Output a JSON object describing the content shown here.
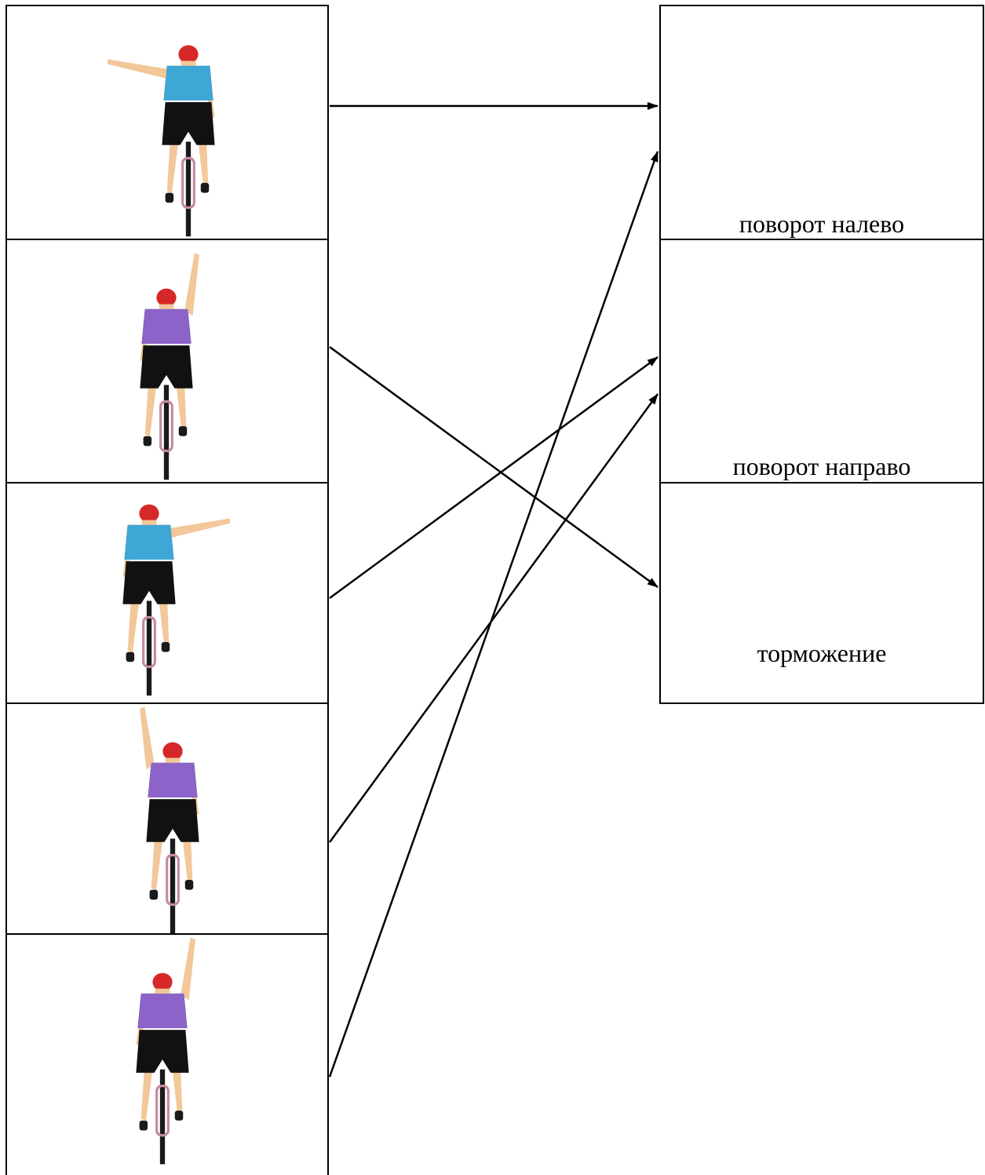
{
  "cyclist_cards": [
    {
      "gesture": "left-arm-horizontal",
      "shirt_color": "#3FA7D6",
      "matches": "turn_left"
    },
    {
      "gesture": "right-arm-raised",
      "shirt_color": "#8B63C9",
      "matches": "braking"
    },
    {
      "gesture": "right-arm-horizontal",
      "shirt_color": "#3FA7D6",
      "matches": "turn_right"
    },
    {
      "gesture": "left-arm-raised",
      "shirt_color": "#8B63C9",
      "matches": "turn_right"
    },
    {
      "gesture": "right-arm-raised",
      "shirt_color": "#8B63C9",
      "matches": "turn_left"
    }
  ],
  "signal_labels": {
    "turn_left": "поворот налево",
    "turn_right": "поворот направо",
    "braking": "торможение"
  },
  "colors": {
    "helmet": "#D62828",
    "shorts": "#111111",
    "skin": "#F2C79A",
    "line": "#000000"
  }
}
